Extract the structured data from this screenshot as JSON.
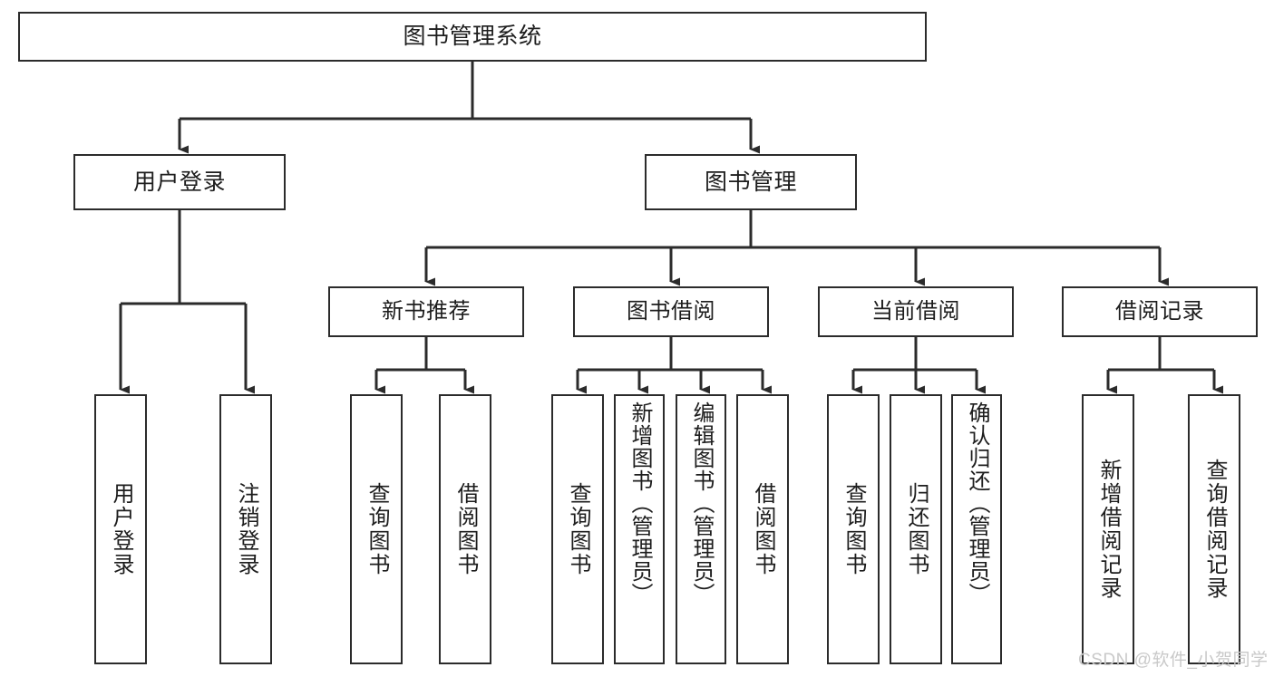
{
  "diagram": {
    "title": "图书管理系统",
    "type": "tree",
    "stroke_color": "#2b2b2b",
    "background_color": "#ffffff",
    "text_color": "#1d1d1d"
  },
  "root": {
    "label": "图书管理系统"
  },
  "tier2": [
    {
      "label": "用户登录"
    },
    {
      "label": "图书管理"
    }
  ],
  "tier3": [
    {
      "label": "新书推荐"
    },
    {
      "label": "图书借阅"
    },
    {
      "label": "当前借阅"
    },
    {
      "label": "借阅记录"
    }
  ],
  "leaves": [
    {
      "label": "用户登录"
    },
    {
      "label": "注销登录"
    },
    {
      "label": "查询图书"
    },
    {
      "label": "借阅图书"
    },
    {
      "label": "查询图书"
    },
    {
      "label": "新增图书（管理员）"
    },
    {
      "label": "编辑图书（管理员）"
    },
    {
      "label": "借阅图书"
    },
    {
      "label": "查询图书"
    },
    {
      "label": "归还图书"
    },
    {
      "label": "确认归还（管理员）"
    },
    {
      "label": "新增借阅记录"
    },
    {
      "label": "查询借阅记录"
    }
  ],
  "watermark": {
    "text": "CSDN @软件_小贺同学",
    "color": "#c9c9c9"
  }
}
